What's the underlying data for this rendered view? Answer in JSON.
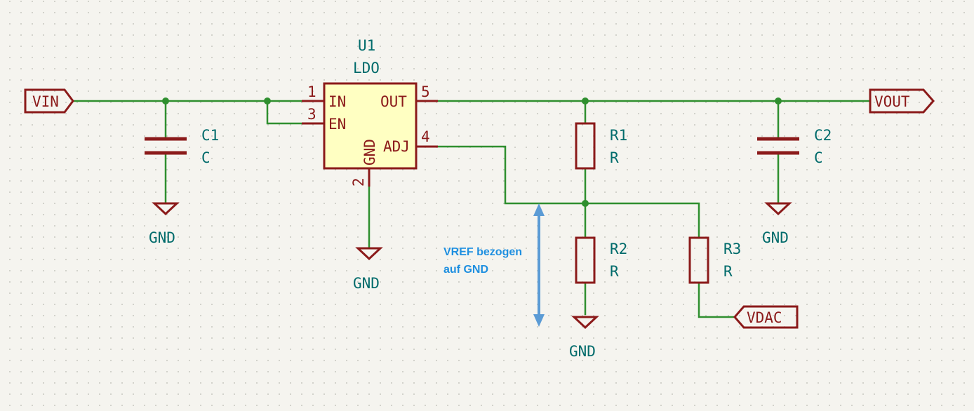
{
  "ports": {
    "vin": "VIN",
    "vout": "VOUT",
    "vdac": "VDAC"
  },
  "u1": {
    "ref": "U1",
    "value": "LDO",
    "pin_in": "IN",
    "pin_en": "EN",
    "pin_out": "OUT",
    "pin_adj": "ADJ",
    "pin_gnd": "GND",
    "pin1": "1",
    "pin3": "3",
    "pin5": "5",
    "pin4": "4",
    "pin2": "2"
  },
  "c1": {
    "ref": "C1",
    "value": "C"
  },
  "c2": {
    "ref": "C2",
    "value": "C"
  },
  "r1": {
    "ref": "R1",
    "value": "R"
  },
  "r2": {
    "ref": "R2",
    "value": "R"
  },
  "r3": {
    "ref": "R3",
    "value": "R"
  },
  "gnd": {
    "label": "GND"
  },
  "annotation": {
    "line1": "VREF bezogen",
    "line2": "auf GND"
  },
  "colors": {
    "wire": "#2f8f2f",
    "device": "#8b1a1a",
    "text": "#006b6b",
    "annotation": "#1e8fe0",
    "arrow": "#5b9bd5",
    "ic_fill": "#ffffc2",
    "background": "#f5f4ef"
  }
}
